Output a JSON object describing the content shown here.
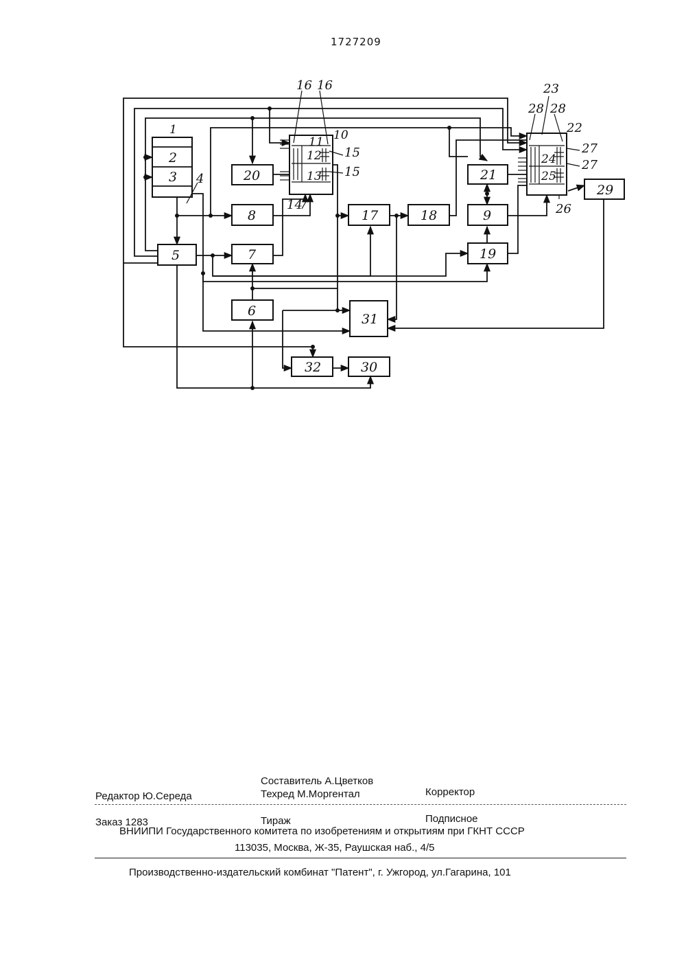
{
  "patent_number": "1727209",
  "diagram": {
    "blocks": [
      {
        "id": "b1",
        "label": "1"
      },
      {
        "id": "b2",
        "label": "2"
      },
      {
        "id": "b3",
        "label": "3"
      },
      {
        "id": "b5",
        "label": "5"
      },
      {
        "id": "b6",
        "label": "6"
      },
      {
        "id": "b7",
        "label": "7"
      },
      {
        "id": "b8",
        "label": "8"
      },
      {
        "id": "b9",
        "label": "9"
      },
      {
        "id": "b10",
        "label": "10"
      },
      {
        "id": "b11",
        "label": "11"
      },
      {
        "id": "b12",
        "label": "12"
      },
      {
        "id": "b13",
        "label": "13"
      },
      {
        "id": "b17",
        "label": "17"
      },
      {
        "id": "b18",
        "label": "18"
      },
      {
        "id": "b19",
        "label": "19"
      },
      {
        "id": "b20",
        "label": "20"
      },
      {
        "id": "b21",
        "label": "21"
      },
      {
        "id": "b24",
        "label": "24"
      },
      {
        "id": "b25",
        "label": "25"
      },
      {
        "id": "b29",
        "label": "29"
      },
      {
        "id": "b30",
        "label": "30"
      },
      {
        "id": "b31",
        "label": "31"
      },
      {
        "id": "b32",
        "label": "32"
      }
    ],
    "reference_labels": {
      "r4": "4",
      "r14": "14",
      "r15a": "15",
      "r15b": "15",
      "r16a": "16",
      "r16b": "16",
      "r22": "22",
      "r23": "23",
      "r26": "26",
      "r27a": "27",
      "r27b": "27",
      "r28a": "28",
      "r28b": "28"
    }
  },
  "imprint": {
    "compiler": "Составитель А.Цветков",
    "editor": "Редактор Ю.Середа",
    "techred": "Техред М.Моргентал",
    "corrector": "Корректор",
    "order": "Заказ 1283",
    "circulation": "Тираж",
    "subscription": "Подписное",
    "institution": "ВНИИПИ Государственного комитета по изобретениям и открытиям при ГКНТ СССР",
    "address": "113035, Москва, Ж-35, Раушская наб., 4/5",
    "publisher": "Производственно-издательский комбинат \"Патент\", г. Ужгород, ул.Гагарина, 101"
  }
}
